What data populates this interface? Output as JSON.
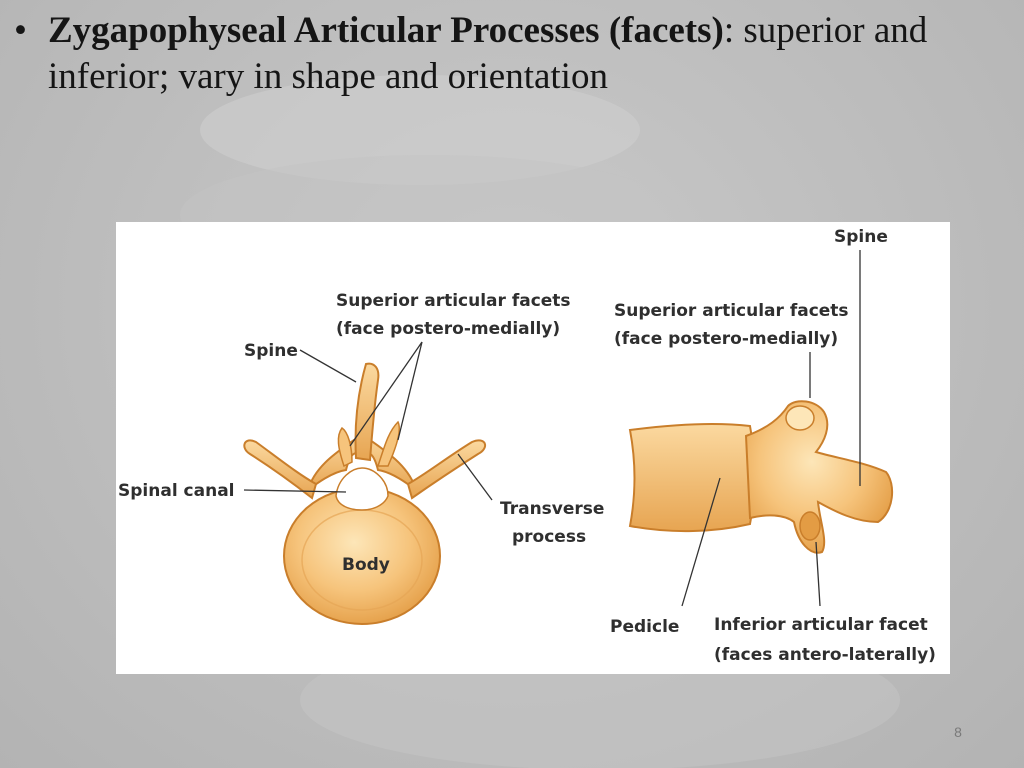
{
  "slide": {
    "bullet_symbol": "•",
    "bullet_bold": "Zygapophyseal Articular Processes (facets)",
    "bullet_rest": ": superior and inferior; vary in shape and orientation",
    "slide_number": "8"
  },
  "figure": {
    "left": {
      "spine": "Spine",
      "superior_line1": "Superior articular facets",
      "superior_line2": "(face postero-medially)",
      "spinal_canal": "Spinal canal",
      "transverse_line1": "Transverse",
      "transverse_line2": "process",
      "body": "Body"
    },
    "right": {
      "spine": "Spine",
      "superior_line1": "Superior articular facets",
      "superior_line2": "(face postero-medially)",
      "pedicle": "Pedicle",
      "inferior_line1": "Inferior articular facet",
      "inferior_line2": "(faces antero-laterally)"
    }
  },
  "colors": {
    "bone_fill": "#f3b96a",
    "bone_stroke": "#c97e2b",
    "bone_highlight": "#fde6b8",
    "leader_line": "#333333"
  }
}
